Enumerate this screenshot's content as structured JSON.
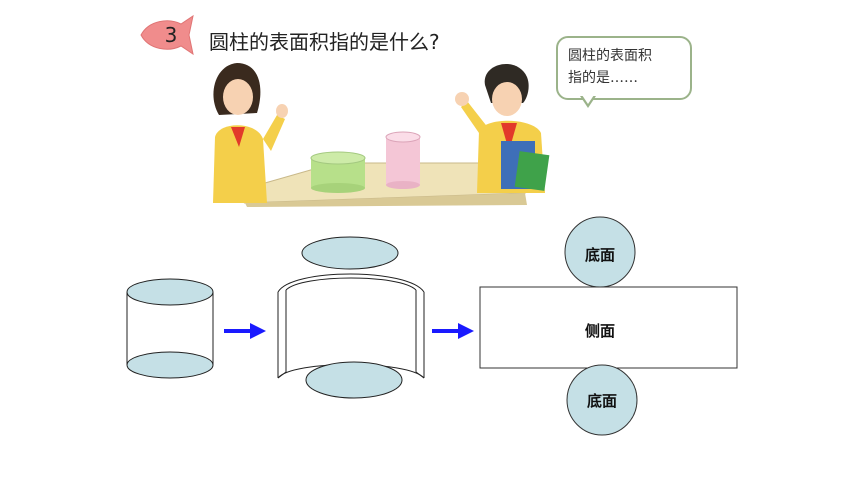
{
  "question": {
    "number": "3",
    "text": "圆柱的表面积指的是什么?"
  },
  "speech_bubble": {
    "line1": "圆柱的表面积",
    "line2": "指的是……"
  },
  "net": {
    "top_label": "底面",
    "side_label": "侧面",
    "bottom_label": "底面"
  },
  "colors": {
    "face_fill": "#c5e0e6",
    "arrow": "#1a1aff",
    "fish": "#f08c8c",
    "table": "#efe3b8"
  }
}
